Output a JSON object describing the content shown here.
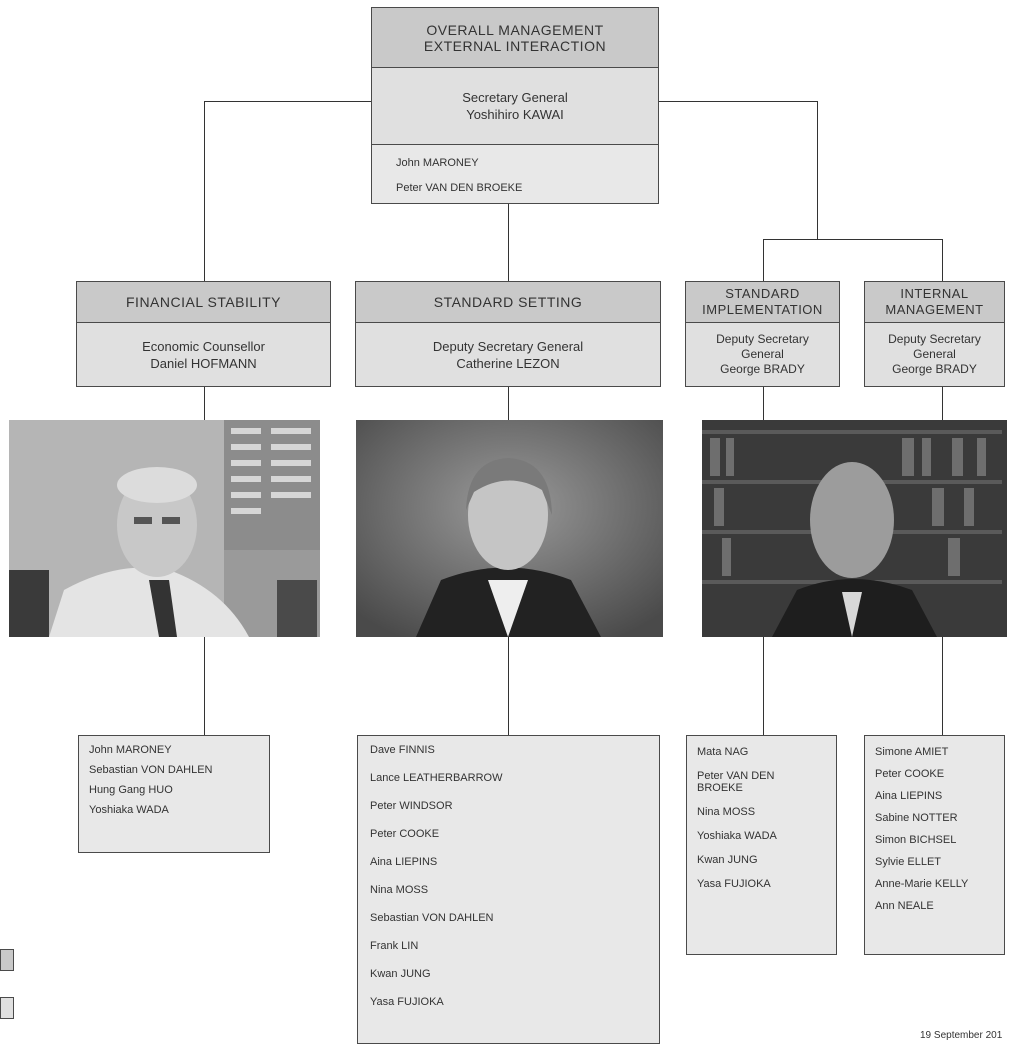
{
  "top": {
    "header": [
      "OVERALL MANAGEMENT",
      "EXTERNAL INTERACTION"
    ],
    "title": "Secretary General",
    "name": "Yoshihiro KAWAI",
    "staff": [
      "John MARONEY",
      "Peter VAN DEN BROEKE"
    ]
  },
  "units": [
    {
      "header": [
        "FINANCIAL STABILITY"
      ],
      "title": "Economic Counsellor",
      "name": "Daniel HOFMANN",
      "staff": [
        "John MARONEY",
        "Sebastian VON DAHLEN",
        "Hung Gang HUO",
        "Yoshiaka WADA"
      ]
    },
    {
      "header": [
        "STANDARD SETTING"
      ],
      "title": "Deputy Secretary General",
      "name": "Catherine LEZON",
      "staff": [
        "Dave FINNIS",
        "Lance LEATHERBARROW",
        "Peter WINDSOR",
        "Peter COOKE",
        "Aina LIEPINS",
        "Nina MOSS",
        "Sebastian VON DAHLEN",
        "Frank LIN",
        "Kwan JUNG",
        "Yasa FUJIOKA"
      ]
    },
    {
      "header": [
        "STANDARD",
        "IMPLEMENTATION"
      ],
      "title_lines": [
        "Deputy Secretary",
        "General"
      ],
      "name": "George BRADY",
      "staff": [
        "Mata NAG",
        "Peter VAN DEN BROEKE",
        "Nina MOSS",
        "Yoshiaka WADA",
        "Kwan JUNG",
        "Yasa FUJIOKA"
      ]
    },
    {
      "header": [
        "INTERNAL",
        "MANAGEMENT"
      ],
      "title_lines": [
        "Deputy Secretary",
        "General"
      ],
      "name": "George BRADY",
      "staff": [
        "Simone AMIET",
        "Peter COOKE",
        "Aina LIEPINS",
        "Sabine NOTTER",
        "Simon BICHSEL",
        "Sylvie ELLET",
        "Anne-Marie KELLY",
        "Ann NEALE"
      ]
    }
  ],
  "footer": {
    "date": "19 September 201"
  }
}
